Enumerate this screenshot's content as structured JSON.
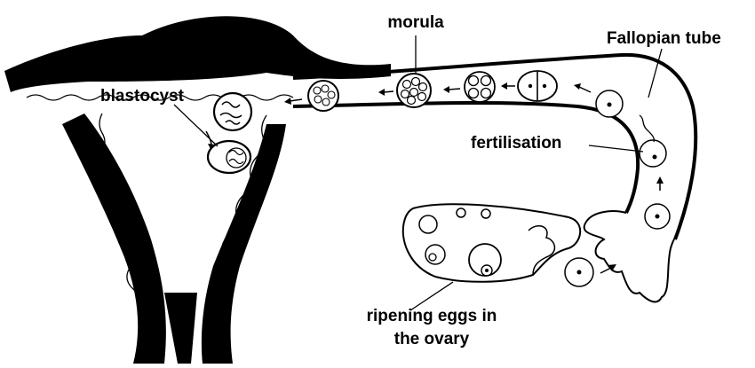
{
  "labels": {
    "morula": "morula",
    "fallopian_tube": "Fallopian tube",
    "blastocyst": "blastocyst",
    "fertilisation": "fertilisation",
    "ripening_eggs_line1": "ripening eggs in",
    "ripening_eggs_line2": "the ovary"
  },
  "colors": {
    "ink": "#000000",
    "paper": "#ffffff"
  }
}
